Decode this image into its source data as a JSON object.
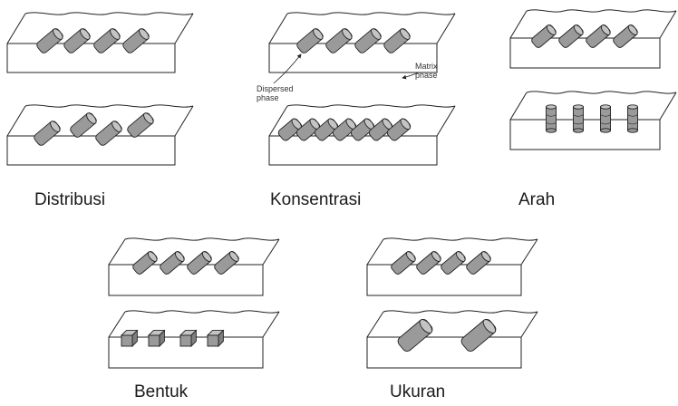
{
  "captions": {
    "distribusi": "Distribusi",
    "konsentrasi": "Konsentrasi",
    "arah": "Arah",
    "bentuk": "Bentuk",
    "ukuran": "Ukuran"
  },
  "annotations": {
    "dispersed_phase": "Dispersed\nphase",
    "matrix_phase": "Matrix\nphase"
  },
  "colors": {
    "line": "#222222",
    "particle_fill": "#9a9a9a",
    "particle_cap": "#c4c4c4"
  }
}
